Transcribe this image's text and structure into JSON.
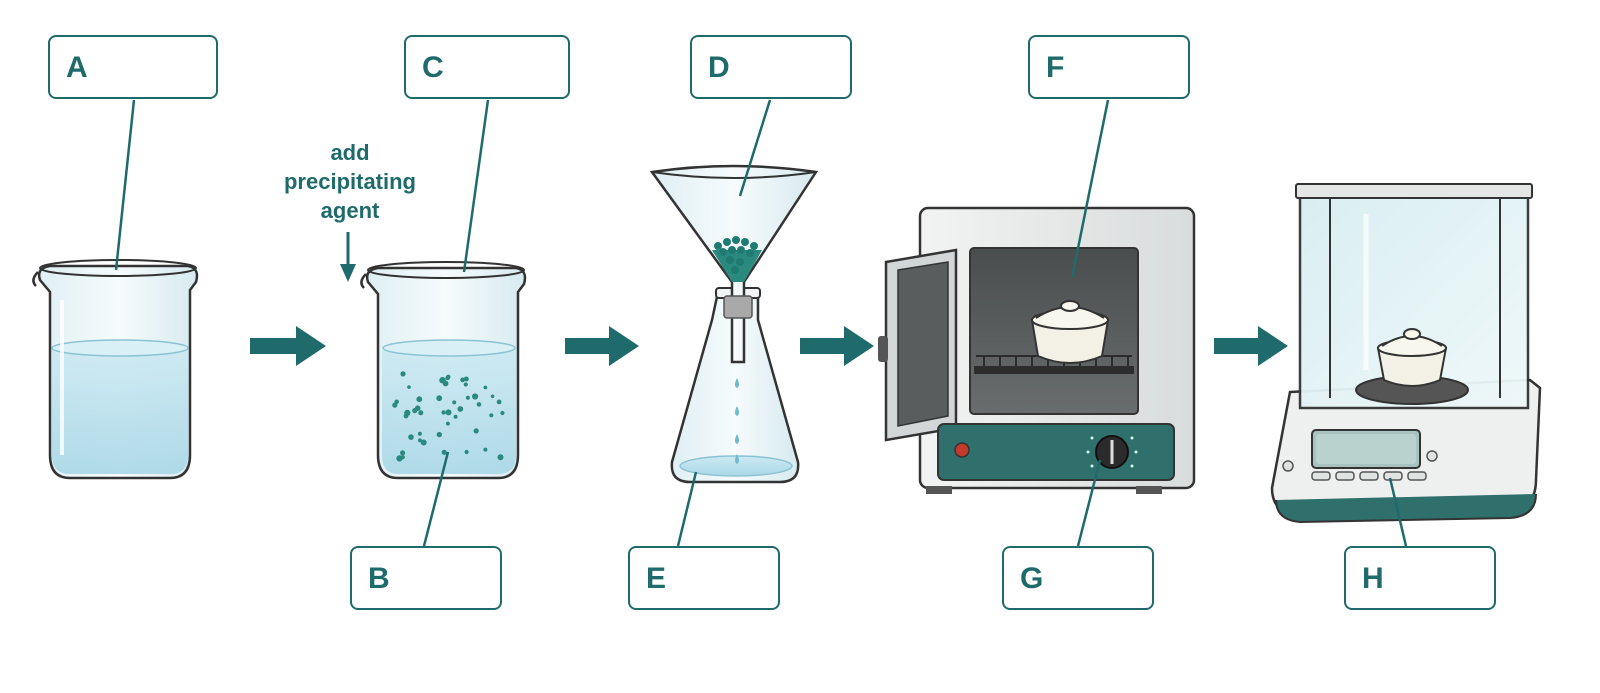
{
  "labels": {
    "a": "A",
    "b": "B",
    "c": "C",
    "d": "D",
    "e": "E",
    "f": "F",
    "g": "G",
    "h": "H"
  },
  "annotation": {
    "line1": "add",
    "line2": "precipitating",
    "line3": "agent"
  },
  "colors": {
    "accent": "#1f6b6b",
    "liquid": "#bfe3ee",
    "precipitate": "#2a8a80",
    "glass": "#e9f4f7",
    "oven_panel": "#2f6f6c"
  },
  "icons": [
    "beaker-icon",
    "funnel-icon",
    "flask-icon",
    "oven-icon",
    "crucible-icon",
    "balance-icon",
    "arrow-right-icon",
    "arrow-down-icon"
  ]
}
